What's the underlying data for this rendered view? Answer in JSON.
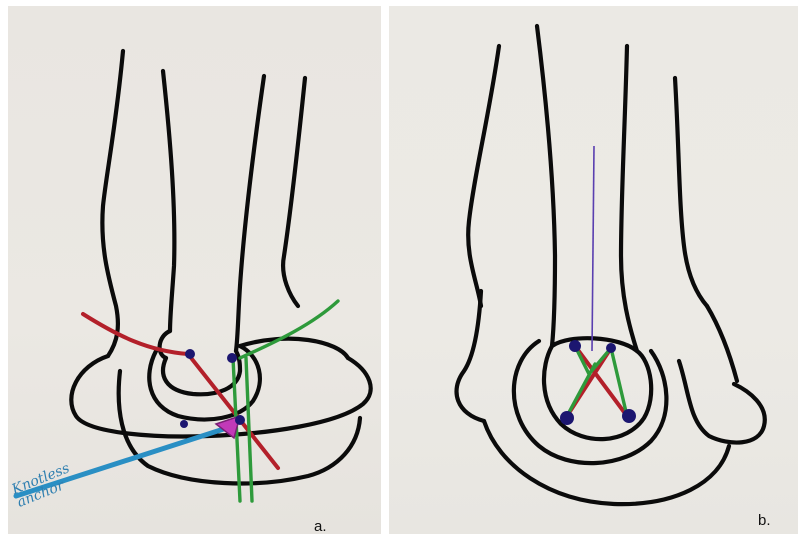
{
  "panels": [
    {
      "id": "a",
      "label": "a."
    },
    {
      "id": "b",
      "label": "b."
    }
  ],
  "annotations": {
    "anchor_label": "Knotless\nanchor"
  },
  "colors": {
    "bone_outline": "#0b0b0b",
    "suture_red": "#b3202a",
    "suture_green": "#2e9a3b",
    "anchor_blue": "#2a8fc4",
    "anchor_magenta": "#c23ab8",
    "anchor_dots": "#1c1670",
    "guide_line_purple": "#5a3fb0"
  }
}
